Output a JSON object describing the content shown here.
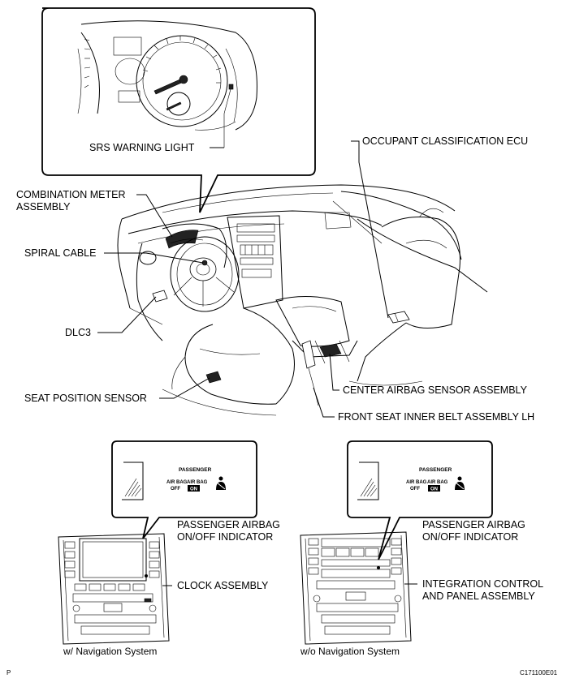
{
  "labels": {
    "srs_warning_light": "SRS WARNING LIGHT",
    "occupant_ecu": "OCCUPANT CLASSIFICATION ECU",
    "combination_meter_1": "COMBINATION METER",
    "combination_meter_2": "ASSEMBLY",
    "spiral_cable": "SPIRAL CABLE",
    "dlc3": "DLC3",
    "seat_position_sensor": "SEAT POSITION SENSOR",
    "center_airbag_sensor": "CENTER AIRBAG SENSOR ASSEMBLY",
    "front_seat_belt": "FRONT SEAT INNER BELT ASSEMBLY LH",
    "passenger_indicator_left_1": "PASSENGER AIRBAG",
    "passenger_indicator_left_2": "ON/OFF INDICATOR",
    "clock_assembly": "CLOCK ASSEMBLY",
    "passenger_indicator_right_1": "PASSENGER AIRBAG",
    "passenger_indicator_right_2": "ON/OFF INDICATOR",
    "integration_control_1": "INTEGRATION CONTROL",
    "integration_control_2": "AND PANEL ASSEMBLY"
  },
  "indicator_panel": {
    "passenger": "PASSENGER",
    "airbag_off_1": "AIR BAG",
    "airbag_off_2": "OFF",
    "airbag_on_1": "AIR BAG",
    "airbag_on_2": "ON"
  },
  "captions": {
    "with_nav": "w/ Navigation System",
    "without_nav": "w/o Navigation System"
  },
  "corner": {
    "left": "P",
    "right": "C171100E01"
  }
}
